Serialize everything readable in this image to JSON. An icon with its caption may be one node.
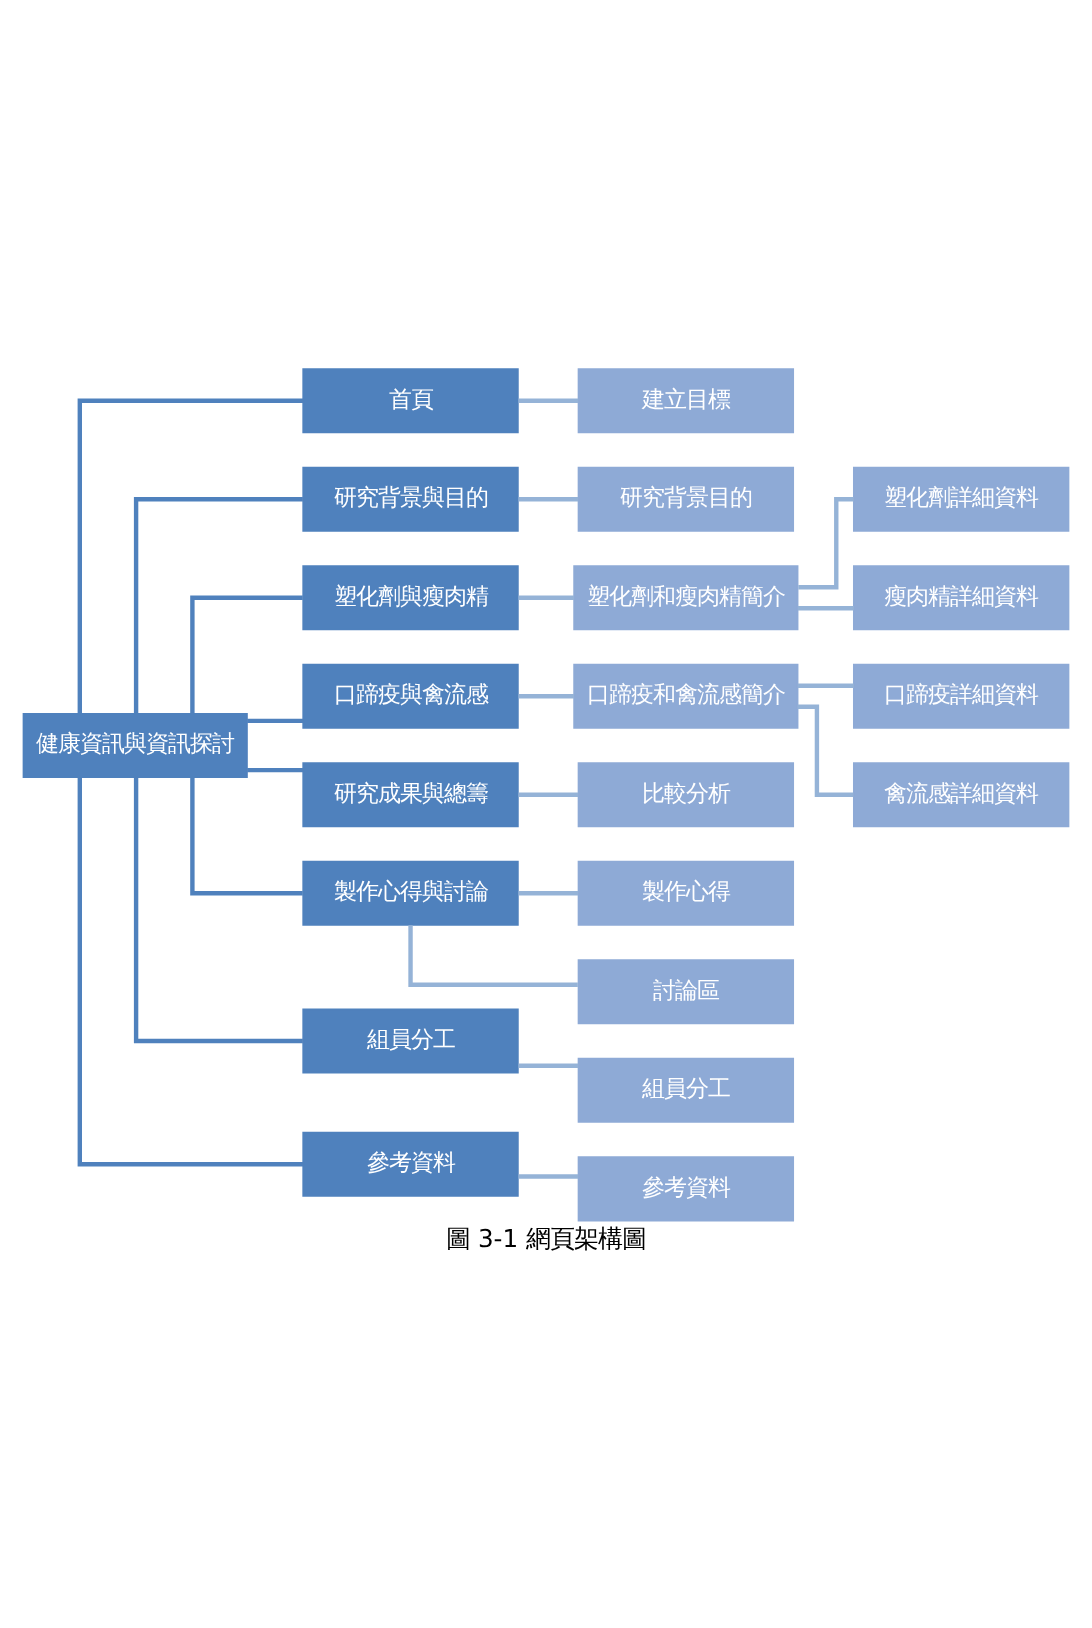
{
  "diagram": {
    "caption": "圖 3-1 網頁架構圖",
    "nodes": [
      {
        "text": [
          "健康資訊與資訊探討"
        ]
      },
      {
        "text": [
          "首頁"
        ]
      },
      {
        "text": [
          "建立目標"
        ]
      },
      {
        "text": [
          "研究背景與目的"
        ]
      },
      {
        "text": [
          "研究背景目的"
        ]
      },
      {
        "text": [
          "塑化劑與瘦肉精"
        ]
      },
      {
        "text": [
          "塑化劑和瘦肉精簡介"
        ]
      },
      {
        "text": [
          "塑化劑詳細資料"
        ]
      },
      {
        "text": [
          "瘦肉精詳細資料"
        ]
      },
      {
        "text": [
          "口蹄疫與禽流感"
        ]
      },
      {
        "text": [
          "口蹄疫和禽流感簡介"
        ]
      },
      {
        "text": [
          "口蹄疫詳細資料"
        ]
      },
      {
        "text": [
          "禽流感詳細資料"
        ]
      },
      {
        "text": [
          "研究成果與總籌"
        ]
      },
      {
        "text": [
          "比較分析"
        ]
      },
      {
        "text": [
          "製作心得與討論"
        ]
      },
      {
        "text": [
          "製作心得"
        ]
      },
      {
        "text": [
          "討論區"
        ]
      },
      {
        "text": [
          "組員分工"
        ]
      },
      {
        "text": [
          "組員分工"
        ]
      },
      {
        "text": [
          "參考資料"
        ]
      },
      {
        "text": [
          "參考資料"
        ]
      }
    ],
    "edges": [
      {
        "from": 0,
        "to": 1,
        "arrow": "none",
        "color": "#4f81bd"
      },
      {
        "from": 0,
        "to": 3,
        "arrow": "none",
        "color": "#4f81bd"
      },
      {
        "from": 0,
        "to": 5,
        "arrow": "none",
        "color": "#4f81bd"
      },
      {
        "from": 0,
        "to": 9,
        "arrow": "none",
        "color": "#4f81bd"
      },
      {
        "from": 0,
        "to": 13,
        "arrow": "none",
        "color": "#4f81bd"
      },
      {
        "from": 0,
        "to": 15,
        "arrow": "none",
        "color": "#4f81bd"
      },
      {
        "from": 0,
        "to": 18,
        "arrow": "none",
        "color": "#4f81bd"
      },
      {
        "from": 0,
        "to": 20,
        "arrow": "none",
        "color": "#4f81bd"
      },
      {
        "from": 1,
        "to": 2,
        "arrow": "none"
      },
      {
        "from": 3,
        "to": 4,
        "arrow": "none"
      },
      {
        "from": 5,
        "to": 6,
        "arrow": "none"
      },
      {
        "from": 6,
        "to": 7,
        "arrow": "none"
      },
      {
        "from": 6,
        "to": 8,
        "arrow": "none"
      },
      {
        "from": 9,
        "to": 10,
        "arrow": "none"
      },
      {
        "from": 10,
        "to": 11,
        "arrow": "none"
      },
      {
        "from": 10,
        "to": 12,
        "arrow": "none"
      },
      {
        "from": 13,
        "to": 14,
        "arrow": "none"
      },
      {
        "from": 15,
        "to": 16,
        "arrow": "none"
      },
      {
        "from": 15,
        "to": 17,
        "arrow": "none"
      },
      {
        "from": 18,
        "to": 19,
        "arrow": "none"
      },
      {
        "from": 20,
        "to": 21,
        "arrow": "none"
      }
    ]
  }
}
